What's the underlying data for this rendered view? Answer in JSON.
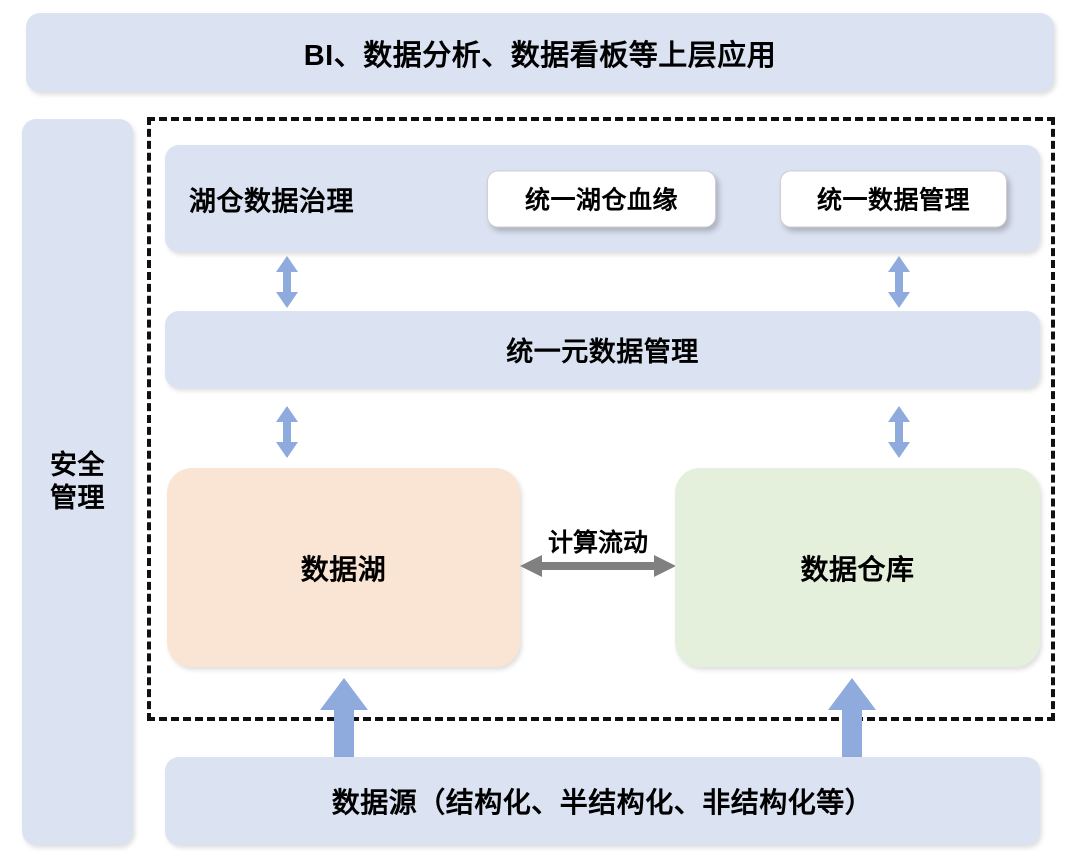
{
  "diagram": {
    "title_banner": {
      "label": "BI、数据分析、数据看板等上层应用"
    },
    "security_panel": {
      "line1": "安全",
      "line2": "管理"
    },
    "governance": {
      "title": "湖仓数据治理",
      "cards": [
        {
          "label": "统一湖仓血缘"
        },
        {
          "label": "统一数据管理"
        }
      ]
    },
    "metadata": {
      "label": "统一元数据管理"
    },
    "storage": {
      "lake": {
        "label": "数据湖"
      },
      "warehouse": {
        "label": "数据仓库"
      },
      "flow_label": "计算流动"
    },
    "source": {
      "label": "数据源（结构化、半结构化、非结构化等）"
    },
    "colors": {
      "band_blue": "#dbe2f2",
      "lake_peach": "#fae5d4",
      "warehouse_green": "#e4efdc",
      "arrow_blue": "#8faadc",
      "arrow_gray": "#808080",
      "dashed_border": "#111111",
      "card_white": "#ffffff",
      "text_black": "#000000"
    }
  }
}
